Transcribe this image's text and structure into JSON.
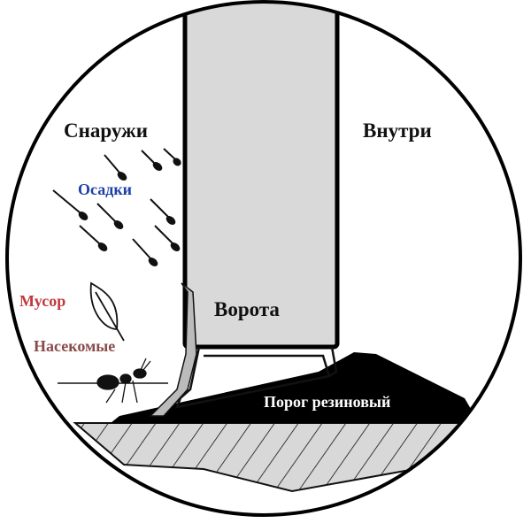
{
  "labels": {
    "outside": "Снаружи",
    "inside": "Внутри",
    "precipitation": "Осадки",
    "debris": "Мусор",
    "insects": "Насекомые",
    "gate": "Ворота",
    "threshold": "Порог резиновый"
  },
  "colors": {
    "precipitation": "#1f3fa8",
    "debris": "#c0393b",
    "insects": "#8a4a4a",
    "gate_fill": "#d9d9d9",
    "threshold": "#000000"
  }
}
